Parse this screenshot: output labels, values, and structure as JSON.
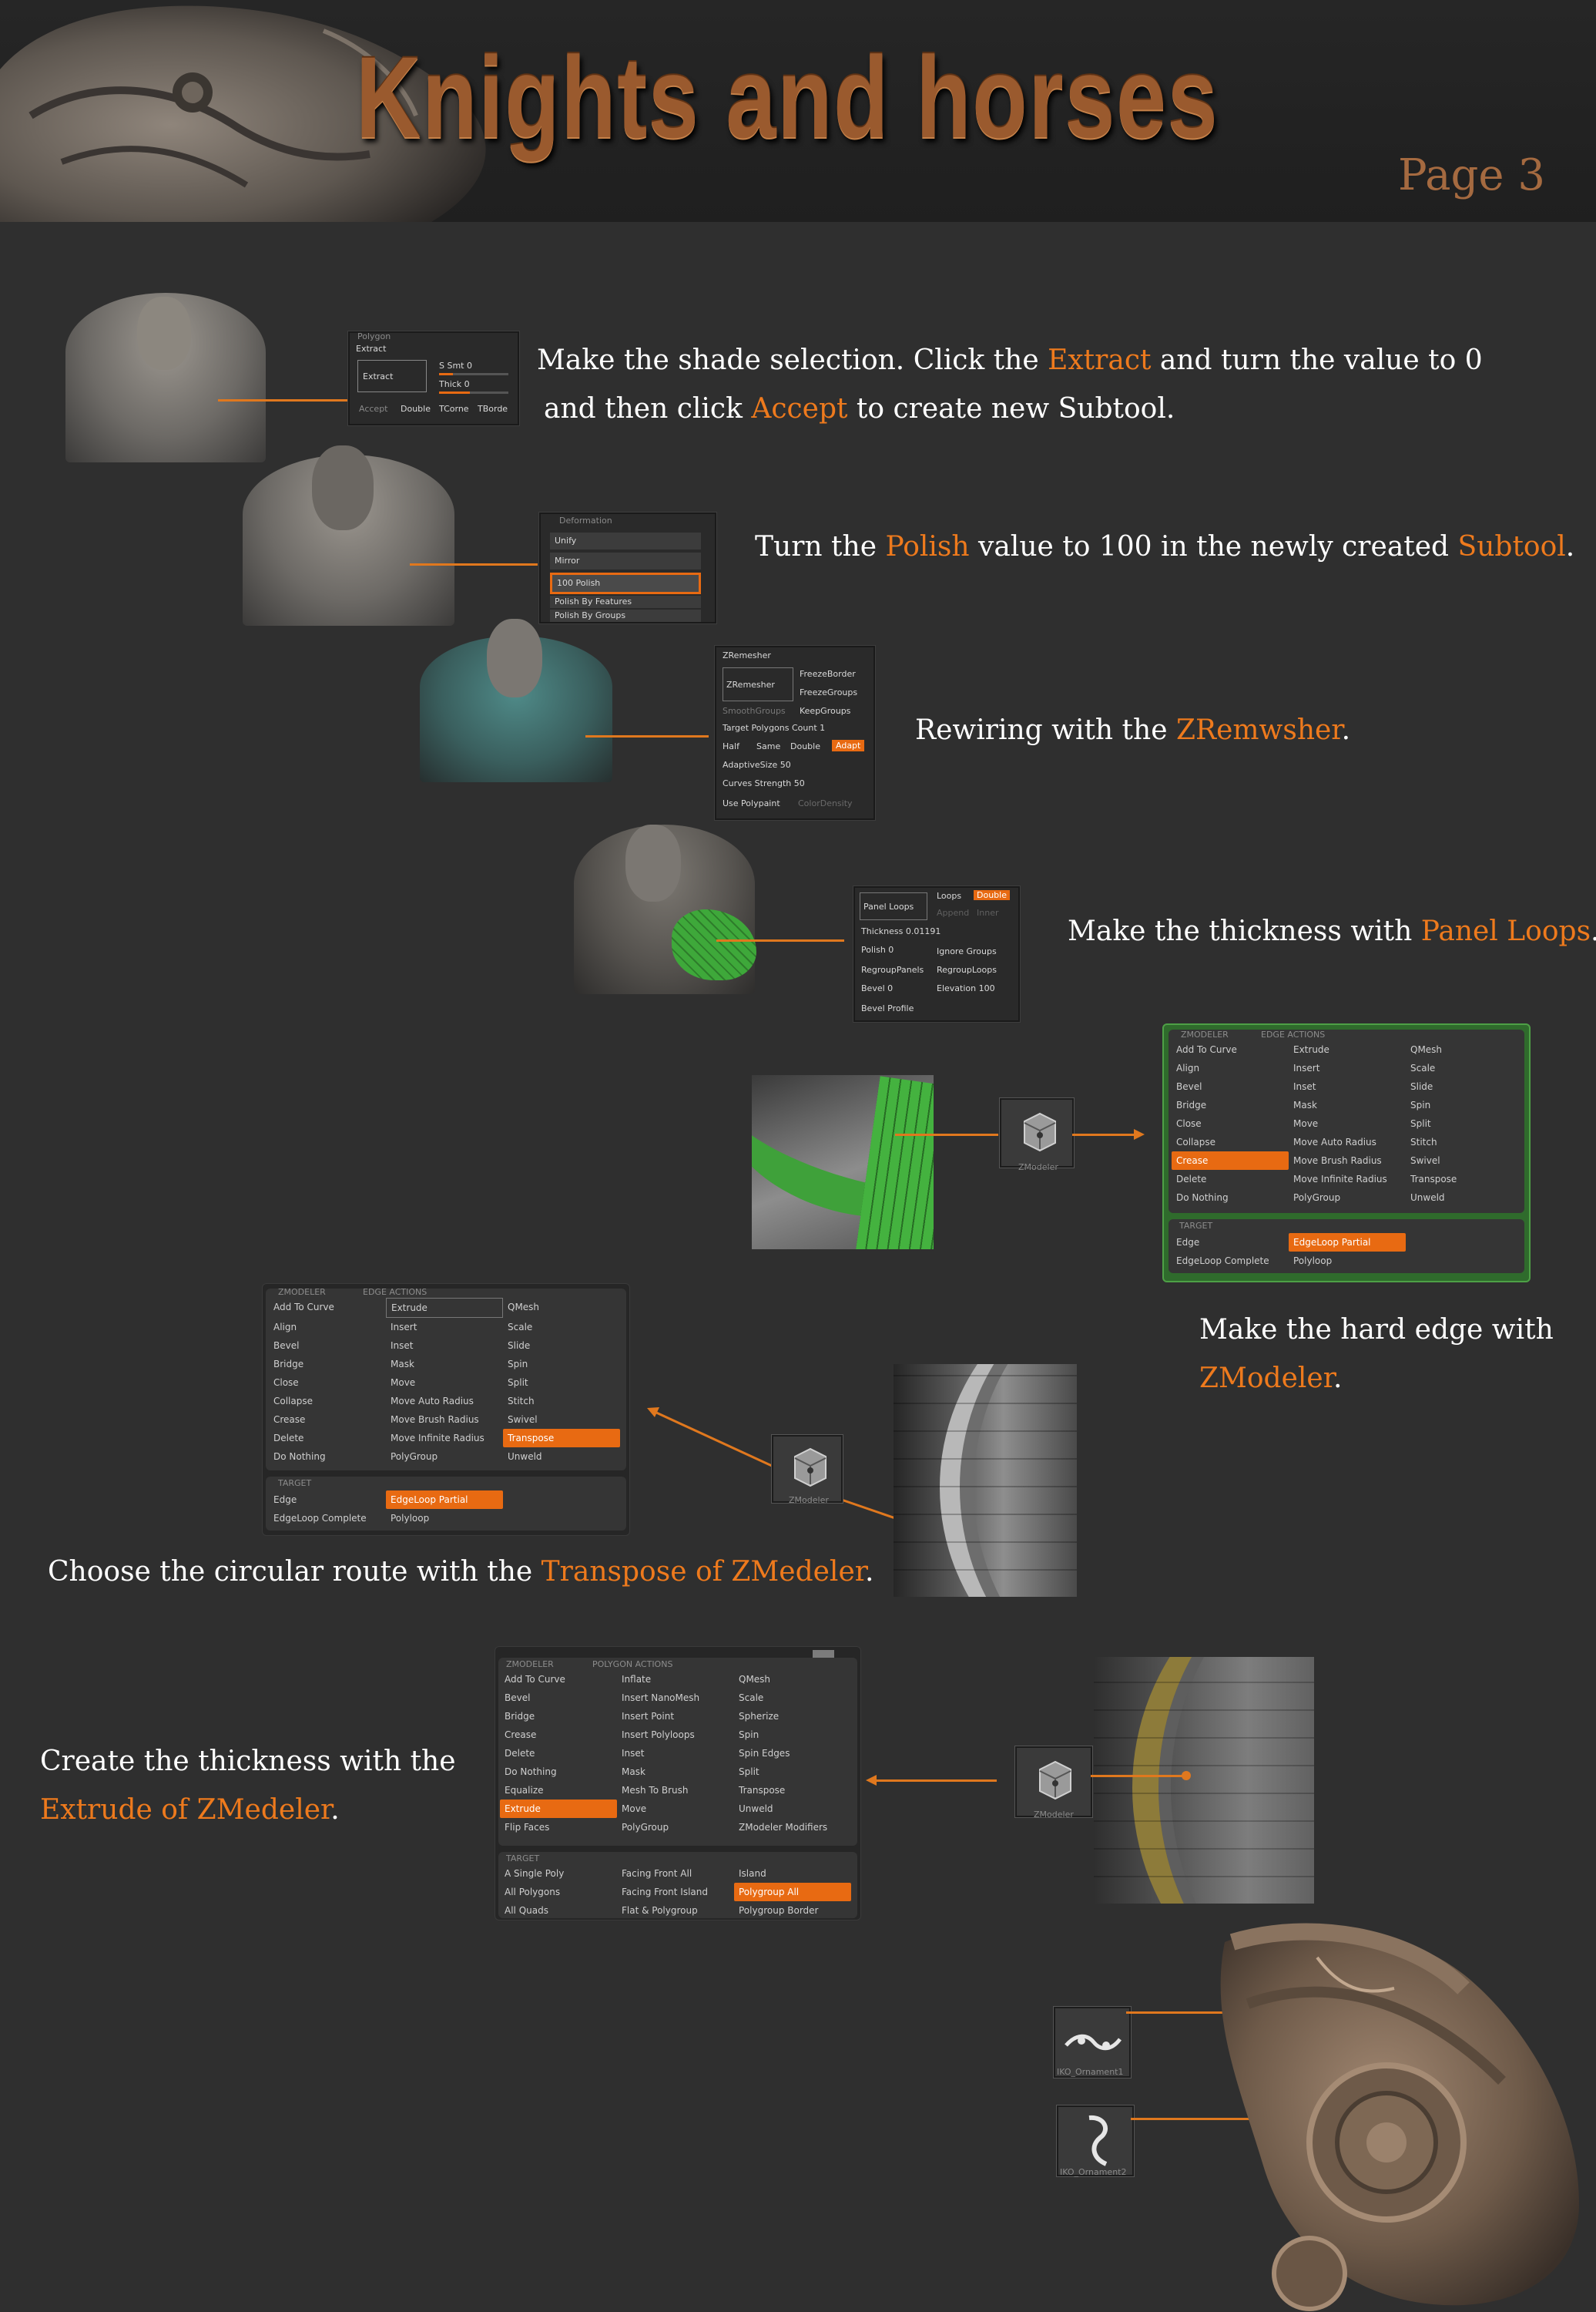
{
  "header": {
    "title": "Knights and horses",
    "page": "Page  3"
  },
  "steps": [
    {
      "line1": [
        "Make the shade selection. Click the ",
        "Extract",
        " and turn the value to 0"
      ],
      "line2": [
        "and then click ",
        "Accept",
        " to create new Subtool."
      ]
    },
    {
      "line1": [
        "Turn the ",
        "Polish",
        " value to 100 in the newly created ",
        "Subtool",
        "."
      ]
    },
    {
      "line1": [
        "Rewiring with the ",
        "ZRemwsher",
        "."
      ]
    },
    {
      "line1": [
        "Make the thickness with ",
        "Panel Loops",
        "."
      ]
    },
    {
      "line1": [
        "Make the hard edge with"
      ],
      "line2": [
        "ZModeler",
        "."
      ]
    },
    {
      "line1": [
        "Choose the circular route with the ",
        "Transpose of ZMedeler",
        "."
      ]
    },
    {
      "line1": [
        "Create the thickness with the"
      ],
      "line2": [
        "Extrude of ZMedeler",
        "."
      ]
    }
  ],
  "extract_panel": {
    "top": "Polygon",
    "section": "Extract",
    "extract_btn": "Extract",
    "s_smt": "S Smt 0",
    "thick": "Thick 0",
    "bottom": [
      "Accept",
      "Double",
      "TCorne",
      "TBorde"
    ]
  },
  "deformation_panel": {
    "title": "Deformation",
    "items": [
      "Unify",
      "Mirror",
      "100  Polish",
      "Polish By Features",
      "Polish By Groups"
    ]
  },
  "zremesher_panel": {
    "title": "ZRemesher",
    "button": "ZRemesher",
    "freeze": "FreezeBorder",
    "freeze_groups": "FreezeGroups",
    "smooth": "SmoothGroups",
    "keep": "KeepGroups",
    "target": "Target Polygons Count 1",
    "modes": [
      "Half",
      "Same",
      "Double",
      "Adapt"
    ],
    "adaptive": "AdaptiveSize 50",
    "curves": "Curves Strength 50",
    "polypaint": "Use Polypaint",
    "color_density": "ColorDensity"
  },
  "panel_loops": {
    "button": "Panel Loops",
    "loops": "Loops",
    "double": "Double",
    "append": "Append",
    "inner": "Inner",
    "thickness": "Thickness 0.01191",
    "polish": "Polish 0",
    "ignore": "Ignore Groups",
    "regroup_panels": "RegroupPanels",
    "regroup_loops": "RegroupLoops",
    "bevel": "Bevel 0",
    "elevation": "Elevation 100",
    "bevel_profile": "Bevel Profile"
  },
  "zmodeler_edge": {
    "head_left": "ZMODELER",
    "head_right": "EDGE ACTIONS",
    "items": [
      "Add To Curve",
      "Extrude",
      "QMesh",
      "Align",
      "Insert",
      "Scale",
      "Bevel",
      "Inset",
      "Slide",
      "Bridge",
      "Mask",
      "Spin",
      "Close",
      "Move",
      "Split",
      "Collapse",
      "Move Auto Radius",
      "Stitch",
      "Crease",
      "Move Brush Radius",
      "Swivel",
      "Delete",
      "Move Infinite Radius",
      "Transpose",
      "Do Nothing",
      "PolyGroup",
      "Unweld"
    ],
    "target_label": "TARGET",
    "target_items": [
      "Edge",
      "EdgeLoop Partial",
      "EdgeLoop Complete",
      "Polyloop"
    ]
  },
  "zmodeler_poly": {
    "head_left": "ZMODELER",
    "head_right": "POLYGON ACTIONS",
    "items": [
      "Add To Curve",
      "Inflate",
      "QMesh",
      "Bevel",
      "Insert NanoMesh",
      "Scale",
      "Bridge",
      "Insert Point",
      "Spherize",
      "Crease",
      "Insert Polyloops",
      "Spin",
      "Delete",
      "Inset",
      "Spin Edges",
      "Do Nothing",
      "Mask",
      "Split",
      "Equalize",
      "Mesh To Brush",
      "Transpose",
      "Extrude",
      "Move",
      "Unweld",
      "Flip Faces",
      "PolyGroup",
      "ZModeler Modifiers"
    ],
    "target_label": "TARGET",
    "target_items": [
      "A Single Poly",
      "Facing Front All",
      "Island",
      "All Polygons",
      "Facing Front Island",
      "Polygroup All",
      "All Quads",
      "Flat & Polygroup",
      "Polygroup Border"
    ]
  },
  "zmodeler_icon_label": "ZModeler",
  "brush_labels": [
    "IKO_Ornament1",
    "IKO_Ornament2"
  ],
  "colors": {
    "accent": "#ee7a1d",
    "background": "#2f2f2f",
    "header": "#1f1f1f",
    "title": "#9a5a2e"
  }
}
